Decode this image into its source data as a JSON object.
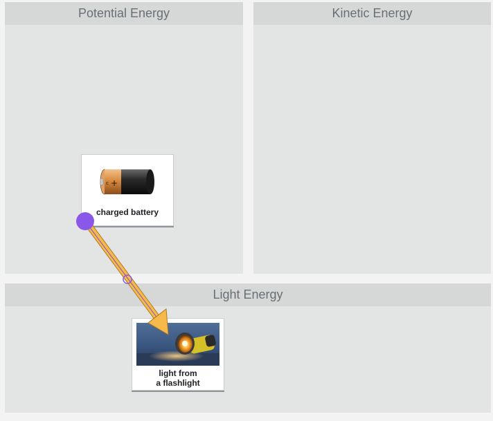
{
  "zones": {
    "potential": {
      "title": "Potential Energy"
    },
    "kinetic": {
      "title": "Kinetic Energy"
    },
    "light": {
      "title": "Light Energy"
    }
  },
  "cards": {
    "battery": {
      "label": "charged battery",
      "icon": "battery-icon"
    },
    "flashlight": {
      "label_line1": "light from",
      "label_line2": "a flashlight",
      "icon": "flashlight-icon"
    }
  },
  "connector": {
    "from": "charged battery",
    "to": "light from a flashlight",
    "arrow_color": "#f6b94b",
    "arrow_stroke": "#b07a22",
    "handle_color": "#8b57e8"
  },
  "colors": {
    "background": "#f3f3f3",
    "zone_body": "#e3e4e4",
    "zone_header": "#d6d8d8",
    "header_text": "#6a6f73"
  }
}
